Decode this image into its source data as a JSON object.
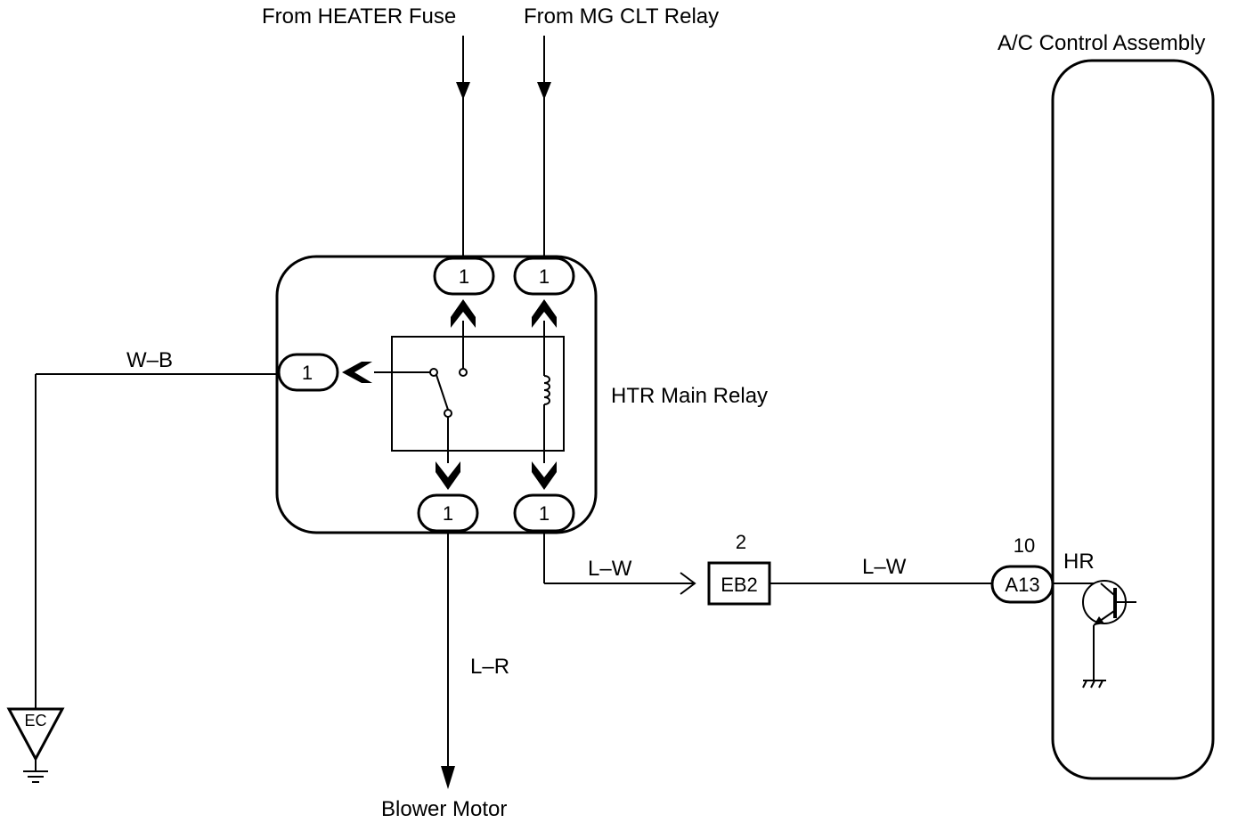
{
  "labels": {
    "heater_fuse": "From HEATER Fuse",
    "mg_clt_relay": "From MG CLT Relay",
    "ac_control_assembly": "A/C Control Assembly",
    "htr_main_relay": "HTR Main Relay",
    "blower_motor": "Blower Motor"
  },
  "wires": {
    "w_b": "W–B",
    "l_w_left": "L–W",
    "l_w_right": "L–W",
    "l_r": "L–R"
  },
  "relay_pins": {
    "top_left": "1",
    "top_right": "1",
    "left": "1",
    "bottom_left": "1",
    "bottom_right": "1"
  },
  "connectors": {
    "eb2_label": "EB2",
    "eb2_pin": "2",
    "a13_label": "A13",
    "a13_pin": "10",
    "hr_terminal": "HR"
  },
  "ground": {
    "ec_label": "EC"
  }
}
